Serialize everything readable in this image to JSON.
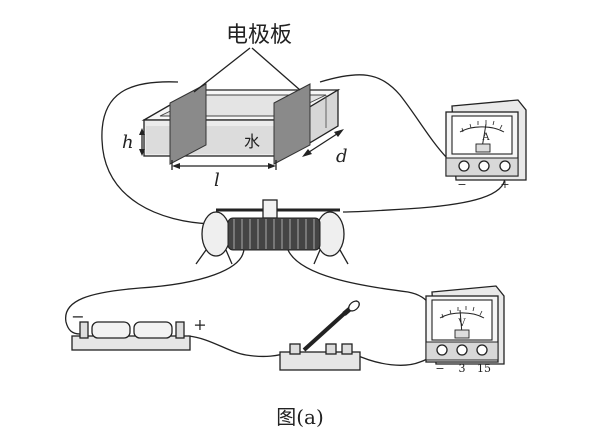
{
  "labels": {
    "electrode_plate": "电极板",
    "water": "水",
    "height": "h",
    "length": "l",
    "depth": "d",
    "figure_caption": "图(a)"
  },
  "ammeter": {
    "symbol": "A",
    "terminal_minus": "−",
    "terminal_plus": "+"
  },
  "voltmeter": {
    "symbol": "V",
    "terminal_minus": "−",
    "terminal_3": "3",
    "terminal_15": "15"
  },
  "battery": {
    "terminal_minus": "−",
    "terminal_plus": "+"
  }
}
